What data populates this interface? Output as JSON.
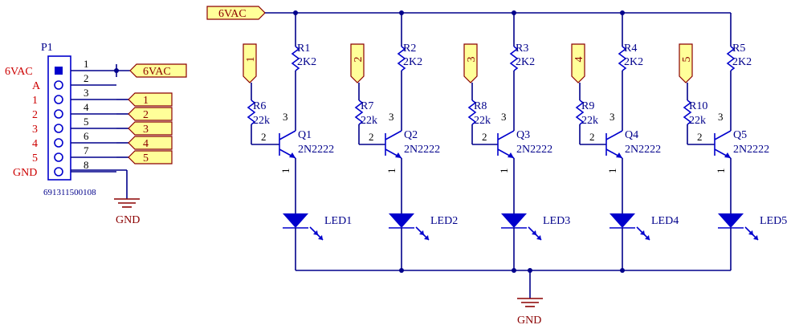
{
  "header": {
    "supply_label": "6VAC"
  },
  "connector": {
    "ref": "P1",
    "part_number": "691311500108",
    "left_labels": [
      "6VAC",
      "A",
      "1",
      "2",
      "3",
      "4",
      "5",
      "GND"
    ],
    "pin_numbers": [
      "1",
      "2",
      "3",
      "4",
      "5",
      "6",
      "7",
      "8"
    ],
    "supply_net": "6VAC",
    "signal_nets": [
      "1",
      "2",
      "3",
      "4",
      "5"
    ],
    "ground_label": "GND"
  },
  "channels": [
    {
      "input": "1",
      "r_top_ref": "R1",
      "r_top_val": "2K2",
      "r_base_ref": "R6",
      "r_base_val": "22k",
      "q_ref": "Q1",
      "q_val": "2N2222",
      "led_ref": "LED1"
    },
    {
      "input": "2",
      "r_top_ref": "R2",
      "r_top_val": "2K2",
      "r_base_ref": "R7",
      "r_base_val": "22k",
      "q_ref": "Q2",
      "q_val": "2N2222",
      "led_ref": "LED2"
    },
    {
      "input": "3",
      "r_top_ref": "R3",
      "r_top_val": "2K2",
      "r_base_ref": "R8",
      "r_base_val": "22k",
      "q_ref": "Q3",
      "q_val": "2N2222",
      "led_ref": "LED3"
    },
    {
      "input": "4",
      "r_top_ref": "R4",
      "r_top_val": "2K2",
      "r_base_ref": "R9",
      "r_base_val": "22k",
      "q_ref": "Q4",
      "q_val": "2N2222",
      "led_ref": "LED4"
    },
    {
      "input": "5",
      "r_top_ref": "R5",
      "r_top_val": "2K2",
      "r_base_ref": "R10",
      "r_base_val": "22k",
      "q_ref": "Q5",
      "q_val": "2N2222",
      "led_ref": "LED5"
    }
  ],
  "transistor_pins": {
    "base": "2",
    "collector": "3",
    "emitter": "1"
  },
  "main_ground_label": "GND",
  "colors": {
    "wire": "#00008b",
    "part": "#0000cc",
    "label": "#8b0000",
    "flag_fill": "#ffff99",
    "connector_text": "#cc0000"
  }
}
